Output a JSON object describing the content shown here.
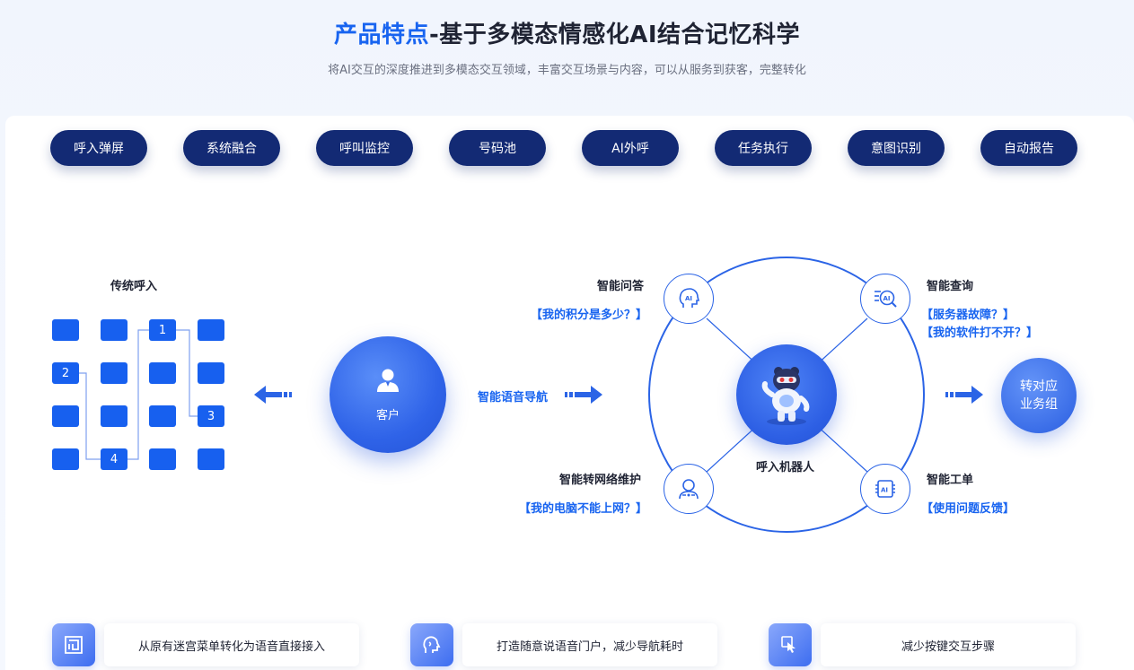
{
  "header": {
    "title_highlight": "产品特点",
    "title_rest": "-基于多模态情感化AI结合记忆科学",
    "subtitle": "将AI交互的深度推进到多模态交互领域，丰富交互场景与内容，可以从服务到获客，完整转化"
  },
  "tabs": [
    "呼入弹屏",
    "系统融合",
    "呼叫监控",
    "号码池",
    "AI外呼",
    "任务执行",
    "意图识别",
    "自动报告"
  ],
  "traditional": {
    "title": "传统呼入",
    "steps": [
      "1",
      "2",
      "3",
      "4"
    ]
  },
  "customer": {
    "label": "客户",
    "icon": "user-icon"
  },
  "navigation_label": "智能语音导航",
  "robot": {
    "label": "呼入机器人",
    "icon": "robot-bear-icon"
  },
  "nodes": {
    "qa": {
      "title": "智能问答",
      "example": "【我的积分是多少？】",
      "icon": "ai-head-icon"
    },
    "query": {
      "title": "智能查询",
      "examples": [
        "【服务器故障？】",
        "【我的软件打不开？】"
      ],
      "icon": "ai-search-icon"
    },
    "transfer": {
      "title": "智能转网络维护",
      "example": "【我的电脑不能上网？】",
      "icon": "support-agent-icon"
    },
    "ticket": {
      "title": "智能工单",
      "example": "【使用问题反馈】",
      "icon": "ai-chip-icon"
    }
  },
  "destination": {
    "line1": "转对应",
    "line2": "业务组"
  },
  "features": [
    {
      "text": "从原有迷宫菜单转化为语音直接接入",
      "icon": "maze-icon"
    },
    {
      "text": "打造随意说语音门户，减少导航耗时",
      "icon": "speaking-head-icon"
    },
    {
      "text": "减少按键交互步骤",
      "icon": "touch-tap-icon"
    }
  ],
  "colors": {
    "primary_blue": "#1864f0",
    "tab_navy": "#132a74",
    "grid_blue": "#1760ef"
  }
}
